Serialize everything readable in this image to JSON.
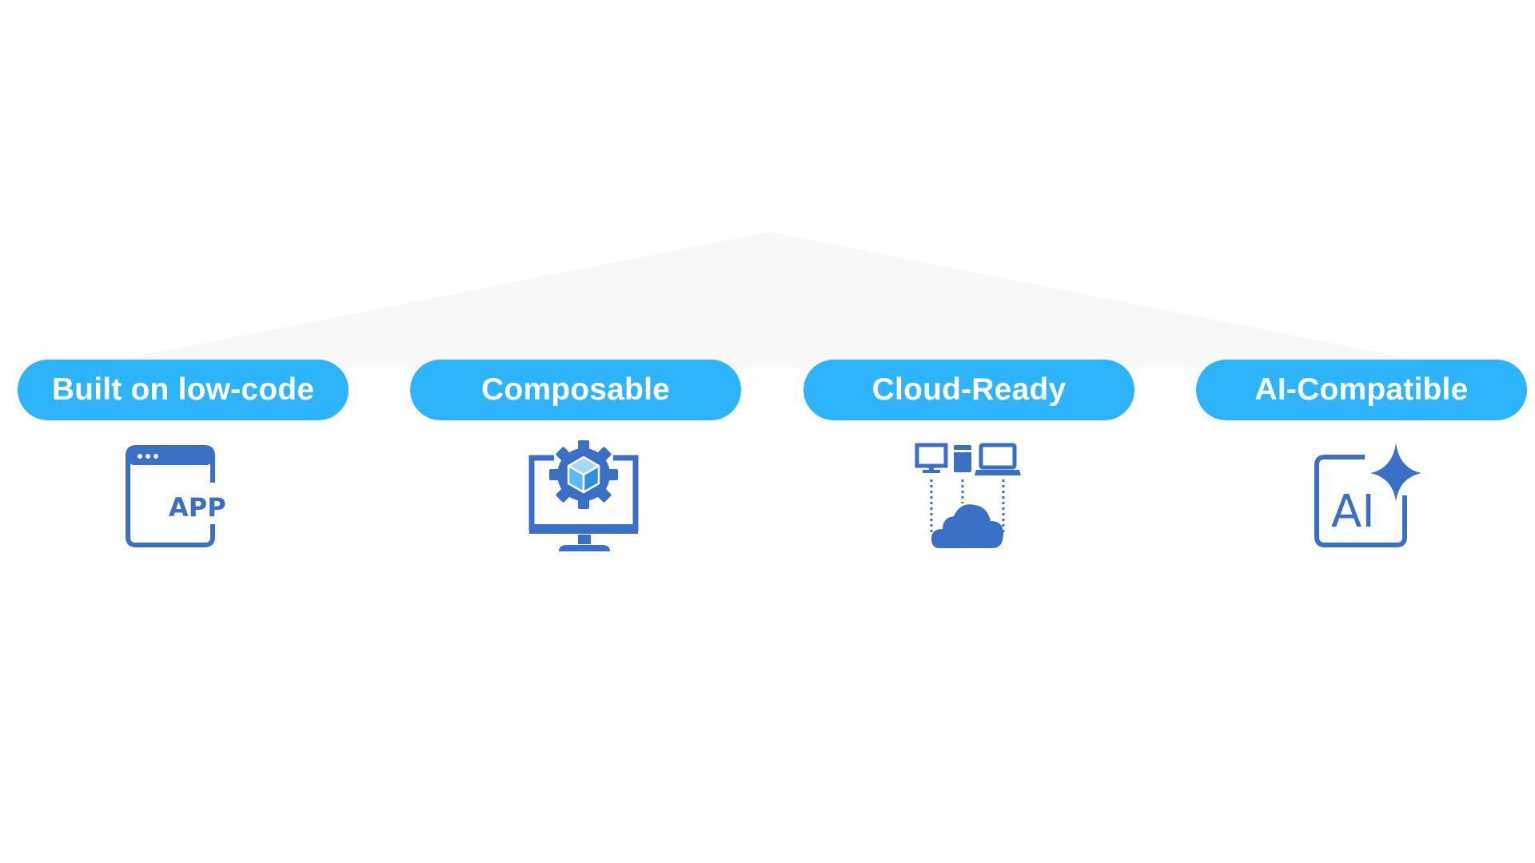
{
  "colors": {
    "pill": "#2eb4fd",
    "icon": "#3a6fc6",
    "roof": "#f8f8f8"
  },
  "pillars": [
    {
      "label": "Built on low-code",
      "icon": "app-window-icon"
    },
    {
      "label": "Composable",
      "icon": "monitor-gear-cube-icon"
    },
    {
      "label": "Cloud-Ready",
      "icon": "cloud-devices-icon"
    },
    {
      "label": "AI-Compatible",
      "icon": "ai-sparkle-icon"
    }
  ],
  "icon_text": {
    "app": "APP",
    "ai": "AI"
  }
}
